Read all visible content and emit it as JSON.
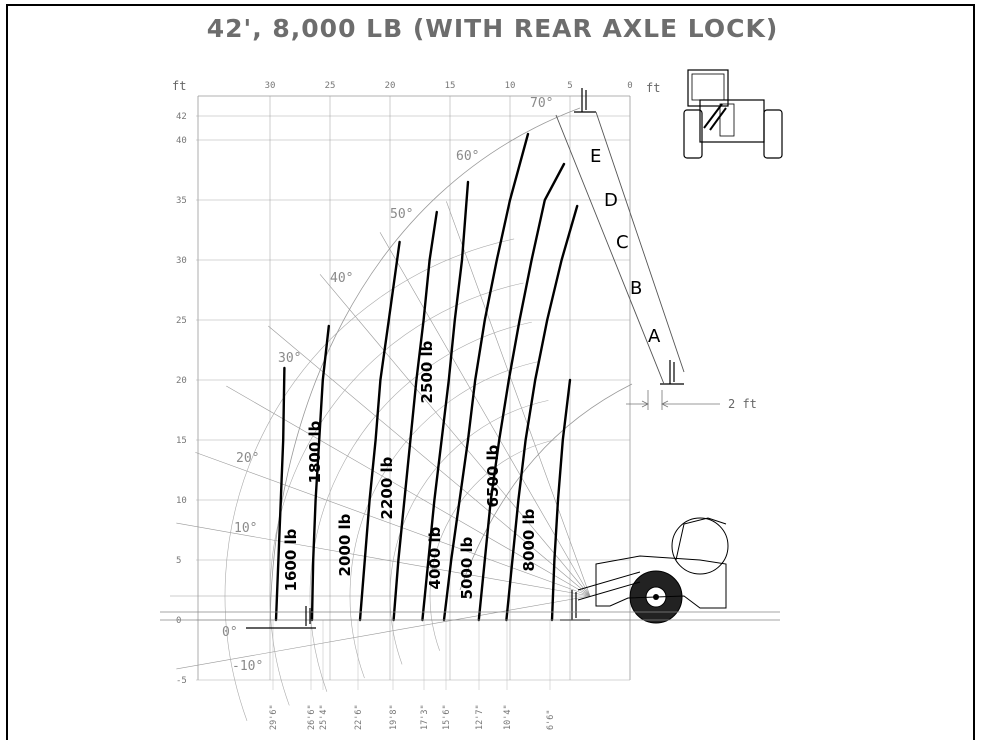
{
  "chart_data": {
    "type": "line",
    "title": "42', 8,000 LB (WITH REAR AXLE LOCK)",
    "x_unit": "ft",
    "y_unit": "ft",
    "x_ticks": [
      "30",
      "25",
      "20",
      "15",
      "10",
      "5",
      "0"
    ],
    "y_ticks": [
      "42",
      "40",
      "35",
      "30",
      "25",
      "20",
      "15",
      "10",
      "5",
      "0",
      "-5"
    ],
    "xlim": [
      35,
      0
    ],
    "ylim": [
      -5,
      44
    ],
    "grid": true,
    "angles": [
      "70°",
      "60°",
      "50°",
      "40°",
      "30°",
      "20°",
      "10°",
      "0°",
      "-10°"
    ],
    "extension_labels": [
      "E",
      "D",
      "C",
      "B",
      "A"
    ],
    "offset_label": "2 ft",
    "series": [
      {
        "name": "1600 lb",
        "points": [
          [
            29.5,
            0
          ],
          [
            29.3,
            5
          ],
          [
            29.1,
            10
          ],
          [
            28.9,
            15
          ],
          [
            28.8,
            21
          ]
        ]
      },
      {
        "name": "1800 lb",
        "points": [
          [
            26.5,
            0
          ],
          [
            26.4,
            5
          ],
          [
            26.2,
            10
          ],
          [
            25.9,
            15
          ],
          [
            25.6,
            20
          ],
          [
            25.1,
            24.5
          ]
        ]
      },
      {
        "name": "2000 lb",
        "points": [
          [
            22.5,
            0
          ],
          [
            22.1,
            5
          ],
          [
            21.7,
            10
          ],
          [
            21.2,
            15
          ],
          [
            20.8,
            20
          ],
          [
            20.1,
            25
          ],
          [
            19.2,
            31.5
          ]
        ]
      },
      {
        "name": "2200 lb",
        "points": [
          [
            19.7,
            0
          ],
          [
            19.3,
            5
          ],
          [
            18.8,
            10
          ],
          [
            18.3,
            15
          ],
          [
            17.8,
            20
          ],
          [
            17.2,
            25
          ],
          [
            16.7,
            30
          ],
          [
            16.1,
            34
          ]
        ]
      },
      {
        "name": "2500 lb",
        "points": [
          [
            17.3,
            0
          ],
          [
            16.8,
            5
          ],
          [
            16.3,
            10
          ],
          [
            15.7,
            15
          ],
          [
            15.1,
            20
          ],
          [
            14.6,
            25
          ],
          [
            14.0,
            30
          ],
          [
            13.5,
            36.5
          ]
        ]
      },
      {
        "name": "4000 lb",
        "points": [
          [
            15.5,
            0
          ],
          [
            14.9,
            5
          ],
          [
            14.2,
            10
          ],
          [
            13.5,
            15
          ],
          [
            12.9,
            20
          ],
          [
            12.1,
            25
          ],
          [
            11.1,
            30
          ],
          [
            10.0,
            35
          ],
          [
            8.5,
            40.5
          ]
        ]
      },
      {
        "name": "5000 lb",
        "points": [
          [
            12.6,
            0
          ],
          [
            12.1,
            5
          ],
          [
            11.6,
            10
          ],
          [
            10.9,
            15
          ],
          [
            10.1,
            20
          ],
          [
            9.2,
            25
          ],
          [
            8.2,
            30
          ],
          [
            7.1,
            35
          ],
          [
            5.5,
            38
          ]
        ]
      },
      {
        "name": "6500 lb",
        "points": [
          [
            10.3,
            0
          ],
          [
            9.8,
            5
          ],
          [
            9.3,
            10
          ],
          [
            8.7,
            15
          ],
          [
            7.9,
            20
          ],
          [
            6.9,
            25
          ],
          [
            5.7,
            30
          ],
          [
            4.4,
            34.5
          ]
        ]
      },
      {
        "name": "8000 lb",
        "points": [
          [
            6.5,
            0
          ],
          [
            6.3,
            5
          ],
          [
            6.0,
            10
          ],
          [
            5.6,
            15
          ],
          [
            5.0,
            20
          ]
        ]
      }
    ],
    "distance_labels": [
      "29'6\"",
      "26'6\"",
      "25'4\"",
      "22'6\"",
      "19'8\"",
      "17'3\"",
      "15'6\"",
      "12'7\"",
      "10'4\"",
      "6'6\""
    ]
  }
}
